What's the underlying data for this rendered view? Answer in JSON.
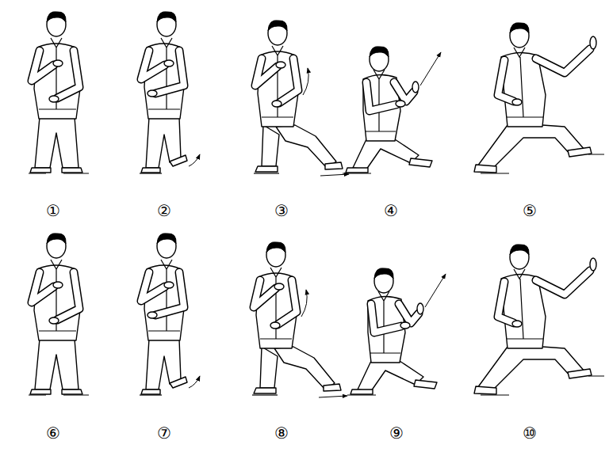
{
  "diagram": {
    "labels": [
      "①",
      "②",
      "③",
      "④",
      "⑤",
      "⑥",
      "⑦",
      "⑧",
      "⑨",
      "⑩"
    ]
  }
}
